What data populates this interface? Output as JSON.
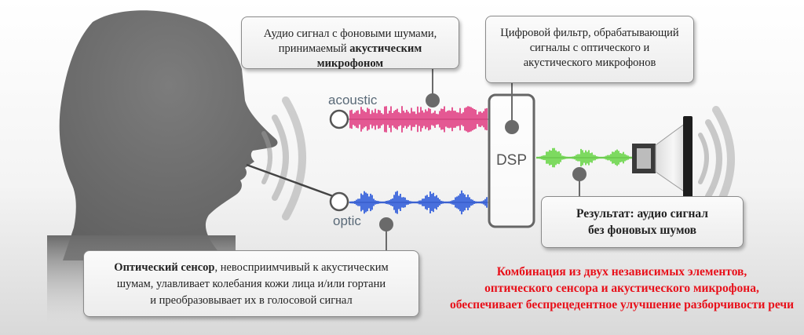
{
  "labels": {
    "acoustic": "acoustic",
    "optic": "optic",
    "dsp": "DSP"
  },
  "callouts": {
    "acoustic": {
      "line1": "Аудио сигнал с фоновыми шумами,",
      "line2_plain": "принимаемый ",
      "line2_bold": "акустическим микрофоном"
    },
    "dsp": {
      "line1": "Цифровой фильтр, обрабатывающий",
      "line2": "сигналы с оптического и",
      "line3": "акустического микрофонов"
    },
    "result": {
      "line1": "Результат: аудио сигнал",
      "line2": "без фоновых шумов"
    },
    "optic": {
      "line1_bold": "Оптический сенсор",
      "line1_plain": ", невосприимчивый к акустическим",
      "line2": "шумам, улавливает колебания кожи лица и/или гортани",
      "line3": "и преобразовывает их в голосовой сигнал"
    }
  },
  "summary": {
    "line1": "Комбинация из двух независимых элементов,",
    "line2": "оптического сенсора и акустического микрофона,",
    "line3": "обеспечивает беспрецедентное улучшение разборчивости речи"
  },
  "colors": {
    "acoustic_wave": "#e0307a",
    "optic_wave": "#1f4fd8",
    "output_wave": "#5fd33a",
    "summary_text": "#e8101a",
    "silhouette": "#6e6e6e"
  }
}
